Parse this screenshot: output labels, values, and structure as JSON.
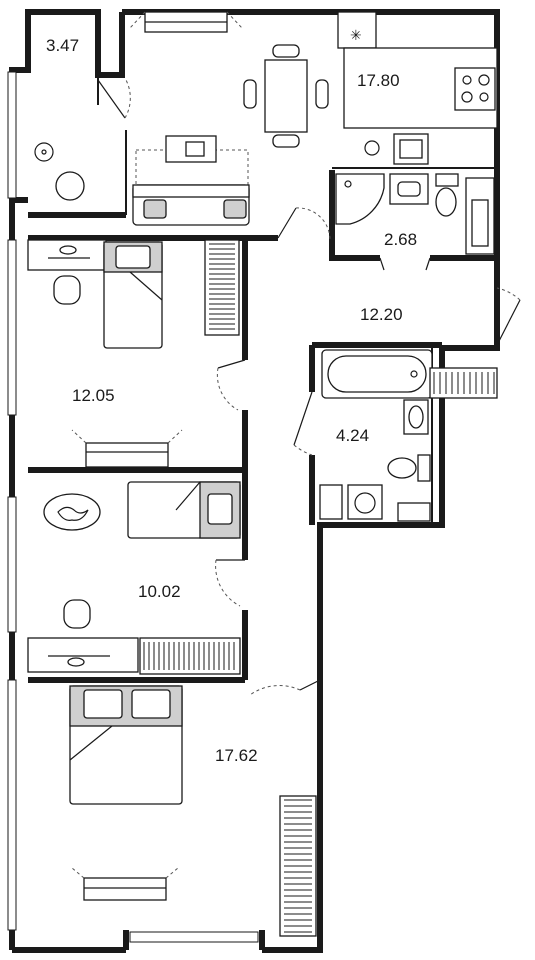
{
  "rooms": [
    {
      "id": "balcony-top",
      "area": "3.47"
    },
    {
      "id": "kitchen-living",
      "area": "17.80"
    },
    {
      "id": "bathroom-small",
      "area": "2.68"
    },
    {
      "id": "hallway",
      "area": "12.20"
    },
    {
      "id": "bedroom-1",
      "area": "12.05"
    },
    {
      "id": "bathroom",
      "area": "4.24"
    },
    {
      "id": "bedroom-2",
      "area": "10.02"
    },
    {
      "id": "bedroom-master",
      "area": "17.62"
    }
  ],
  "colors": {
    "wall": "#1a1a1a",
    "furniture_fill": "#cfcfcf",
    "background": "#ffffff"
  }
}
